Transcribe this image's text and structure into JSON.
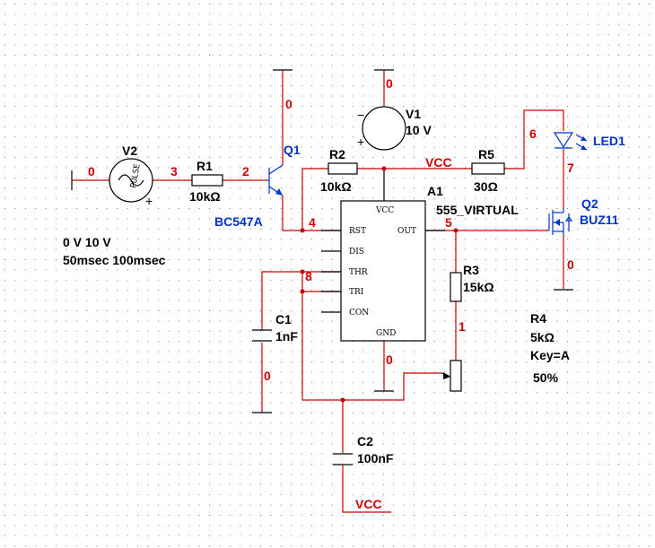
{
  "components": {
    "v2": {
      "name": "V2",
      "params_1": "0 V 10 V",
      "params_2": "50msec 100msec",
      "label": "PULSE",
      "sign": "+"
    },
    "r1": {
      "name": "R1",
      "value": "10kΩ"
    },
    "q1": {
      "name": "Q1",
      "model": "BC547A"
    },
    "v1": {
      "name": "V1",
      "value": "10 V",
      "minus": "−",
      "plus": "+"
    },
    "r2": {
      "name": "R2",
      "value": "10kΩ"
    },
    "r5": {
      "name": "R5",
      "value": "30Ω"
    },
    "led1": {
      "name": "LED1"
    },
    "q2": {
      "name": "Q2",
      "model": "BUZ11"
    },
    "a1": {
      "name": "A1",
      "model": "555_VIRTUAL",
      "pins": {
        "vcc": "VCC",
        "rst": "RST",
        "out": "OUT",
        "dis": "DIS",
        "thr": "THR",
        "tri": "TRI",
        "con": "CON",
        "gnd": "GND"
      }
    },
    "r3": {
      "name": "R3",
      "value": "15kΩ"
    },
    "r4": {
      "name": "R4",
      "value": "5kΩ",
      "key": "Key=A",
      "setting": "50%"
    },
    "c1": {
      "name": "C1",
      "value": "1nF"
    },
    "c2": {
      "name": "C2",
      "value": "100nF"
    }
  },
  "nets": {
    "n0_v2": "0",
    "n3": "3",
    "n2": "2",
    "n0_q1": "0",
    "n4": "4",
    "n0_v1": "0",
    "vcc_top": "VCC",
    "n6": "6",
    "n7": "7",
    "n5": "5",
    "n0_q2": "0",
    "n8": "8",
    "n0_c1": "0",
    "n1": "1",
    "n0_gnd": "0",
    "vcc_bottom": "VCC"
  },
  "colors": {
    "wire": "#cc0000",
    "part": "#000000",
    "ref": "#0033cc",
    "grid": "#7a7a7a"
  }
}
